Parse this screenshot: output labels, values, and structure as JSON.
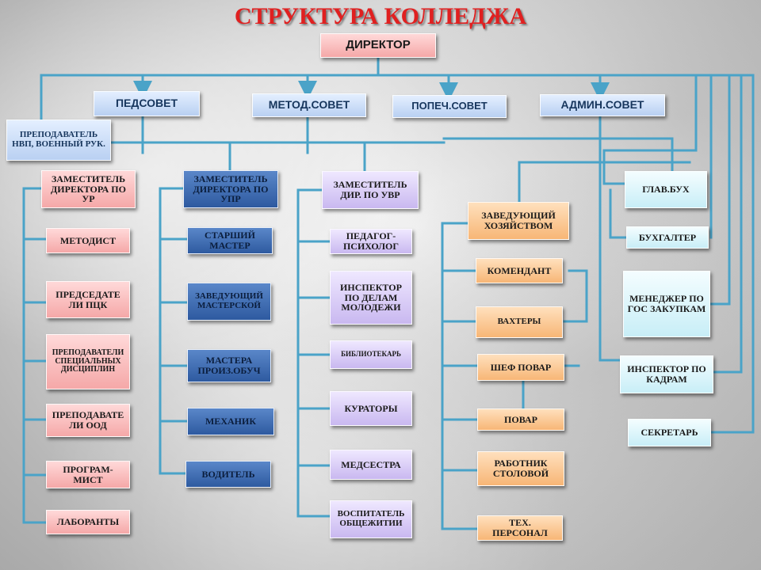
{
  "title": "СТРУКТУРА КОЛЛЕДЖА",
  "director": "ДИРЕКТОР",
  "councils": {
    "ped": "ПЕДСОВЕТ",
    "metod": "МЕТОД.СОВЕТ",
    "popech": "ПОПЕЧ.СОВЕТ",
    "admin": "АДМИН.СОВЕТ"
  },
  "nvp_teacher": "ПРЕПОДАВАТЕЛЬ НВП, ВОЕННЫЙ РУК.",
  "deputy_ur": {
    "title": "ЗАМЕСТИТЕЛЬ ДИРЕКТОРА ПО УР",
    "items": [
      "МЕТОДИСТ",
      "ПРЕДСЕДАТЕ ЛИ ПЦК",
      "ПРЕПОДАВАТЕЛИ СПЕЦИАЛЬНЫХ ДИСЦИПЛИН",
      "ПРЕПОДАВАТЕ ЛИ ООД",
      "ПРОГРАМ-МИСТ",
      "ЛАБОРАНТЫ"
    ]
  },
  "deputy_upr": {
    "title": "ЗАМЕСТИТЕЛЬ ДИРЕКТОРА ПО УПР",
    "items": [
      "СТАРШИЙ МАСТЕР",
      "ЗАВЕДУЮЩИЙ МАСТЕРСКОЙ",
      "МАСТЕРА ПРОИЗ.ОБУЧ",
      "МЕХАНИК",
      "ВОДИТЕЛЬ"
    ]
  },
  "deputy_uvr": {
    "title": "ЗАМЕСТИТЕЛЬ ДИР. ПО УВР",
    "items": [
      "ПЕДАГОГ-ПСИХОЛОГ",
      "ИНСПЕКТОР ПО ДЕЛАМ МОЛОДЕЖИ",
      "БИБЛИОТЕКАРЬ",
      "КУРАТОРЫ",
      "МЕДСЕСТРА",
      "ВОСПИТАТЕЛЬ ОБЩЕЖИТИИ"
    ]
  },
  "household": {
    "title": "ЗАВЕДУЮЩИЙ ХОЗЯЙСТВОМ",
    "items": [
      "КОМЕНДАНТ",
      "ВАХТЕРЫ",
      "ШЕФ ПОВАР",
      "ПОВАР",
      "РАБОТНИК СТОЛОВОЙ",
      "ТЕХ. ПЕРСОНАЛ"
    ]
  },
  "admin_staff": [
    "ГЛАВ.БУХ",
    "БУХГАЛТЕР",
    "МЕНЕДЖЕР ПО ГОС ЗАКУПКАМ",
    "ИНСПЕКТОР ПО КАДРАМ",
    "СЕКРЕТАРЬ"
  ],
  "colors": {
    "title": "#e02020",
    "line": "#4aa3c8",
    "red_box": "#f5a8a8",
    "light_blue_box": "#b9d0f2",
    "dark_blue_box": "#2e5aa0",
    "purple_box": "#c9b8f0",
    "orange_box": "#f7b676",
    "cyan_box": "#c8eef7"
  }
}
